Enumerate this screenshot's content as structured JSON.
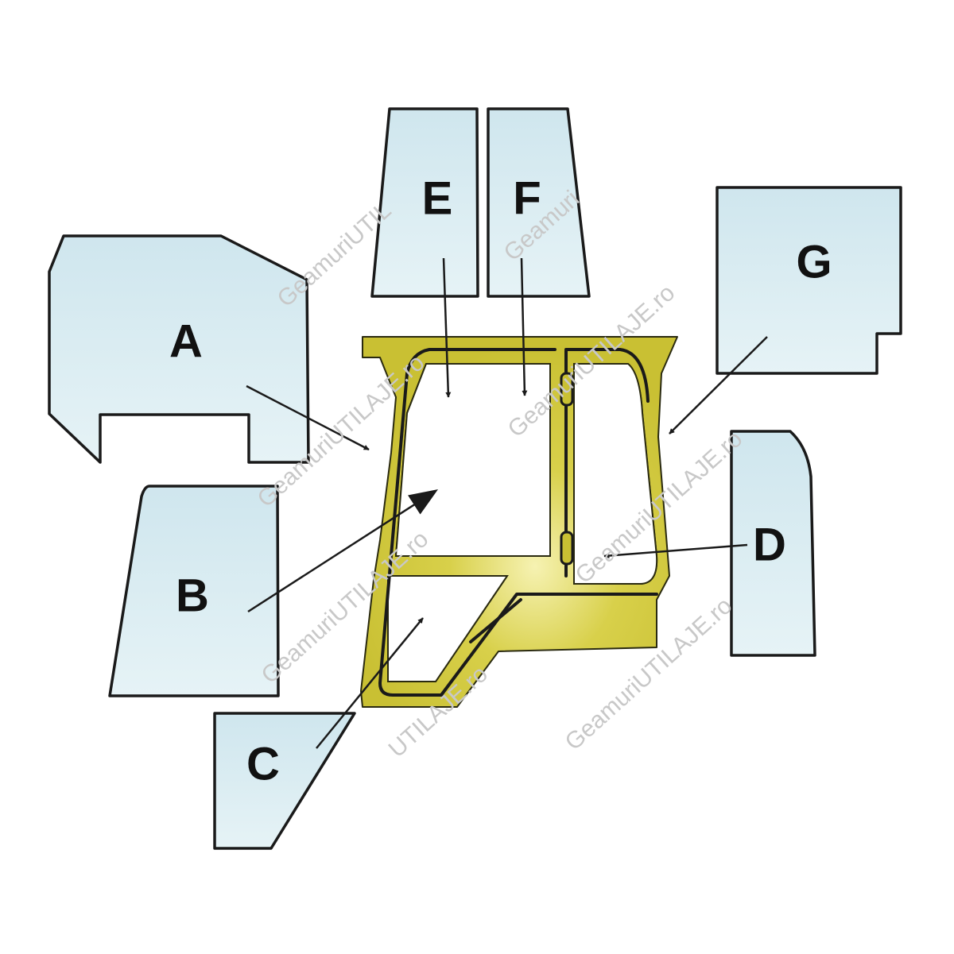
{
  "colors": {
    "glass_top": "#cfe6ee",
    "glass_bottom": "#e6f3f6",
    "frame": "#c9c033",
    "frame_highlight": "#f6f2b2",
    "outline": "#1a1a1a",
    "watermark": "#c8c8c8"
  },
  "panels": [
    {
      "id": "A",
      "label": "A"
    },
    {
      "id": "B",
      "label": "B"
    },
    {
      "id": "C",
      "label": "C"
    },
    {
      "id": "D",
      "label": "D"
    },
    {
      "id": "E",
      "label": "E"
    },
    {
      "id": "F",
      "label": "F"
    },
    {
      "id": "G",
      "label": "G"
    }
  ],
  "watermark": {
    "text": "GeamuriUTILAJE.ro",
    "fragment_1": "GeamuriUTIL",
    "fragment_2": "Geamuri",
    "fragment_3": "UTILAJE.ro"
  }
}
